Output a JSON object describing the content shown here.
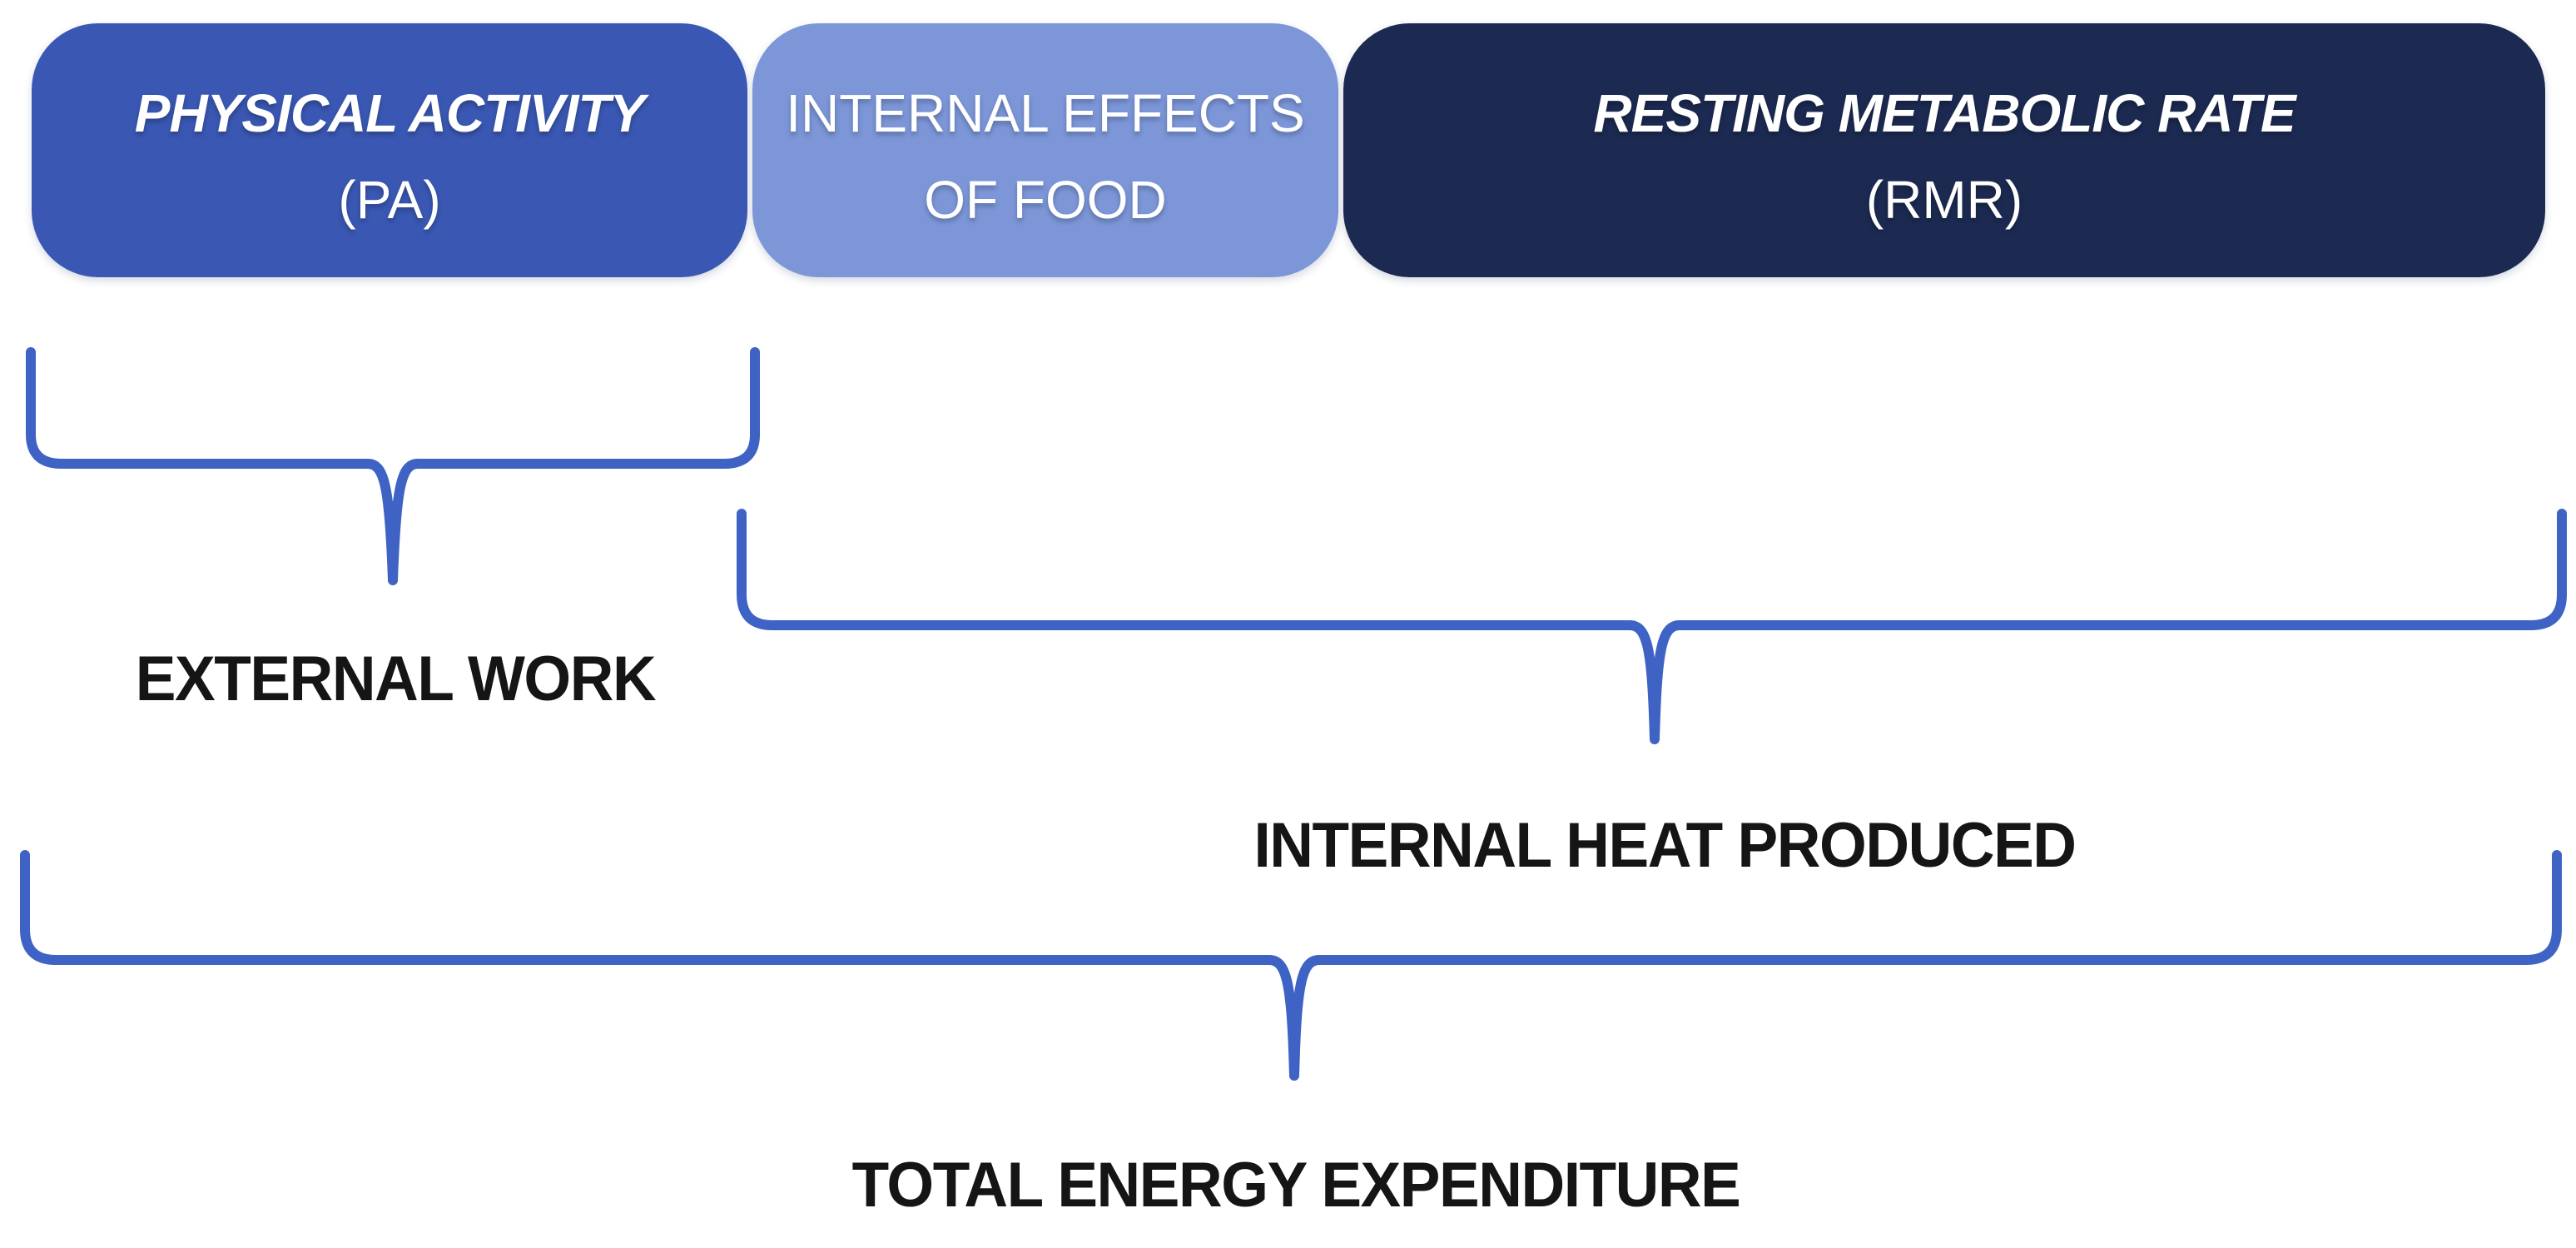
{
  "colors": {
    "background": "#FFFFFF",
    "brace": "#3E63C4",
    "label_text": "#151515",
    "box_text": "#FFFFFF"
  },
  "boxes": [
    {
      "title": "PHYSICAL ACTIVITY",
      "subtitle": "(PA)",
      "bg": "#3A58B3",
      "fg": "#FFFFFF"
    },
    {
      "title": "INTERNAL EFFECTS",
      "subtitle": "OF FOOD",
      "bg": "#7C96D8",
      "fg": "#FFFFFF"
    },
    {
      "title": "RESTING METABOLIC RATE",
      "subtitle": "(RMR)",
      "bg": "#1C2A52",
      "fg": "#FFFFFF"
    }
  ],
  "braces": [
    {
      "label": "EXTERNAL WORK"
    },
    {
      "label": "INTERNAL HEAT PRODUCED"
    },
    {
      "label": "TOTAL ENERGY EXPENDITURE"
    }
  ]
}
